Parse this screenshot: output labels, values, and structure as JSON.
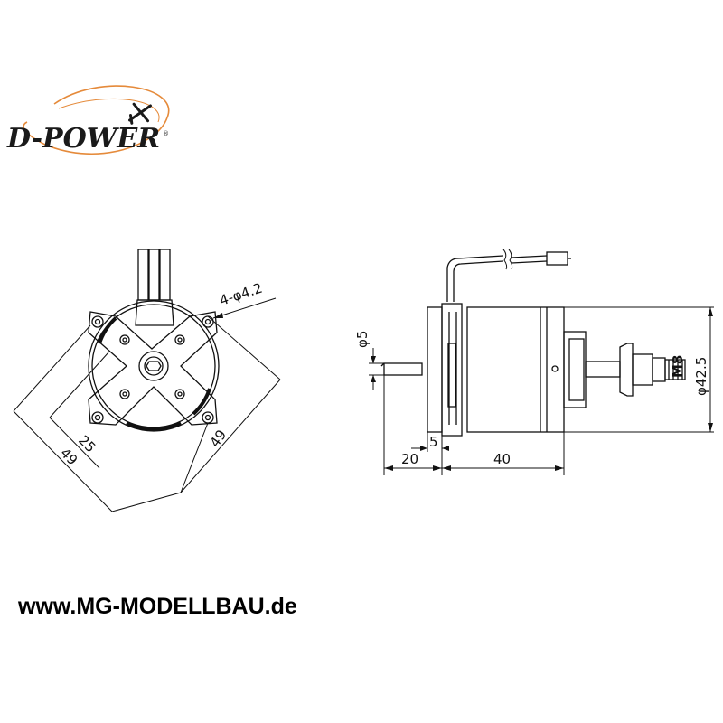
{
  "brand": {
    "logo_text": "D-POWER",
    "trademark": "®"
  },
  "front_view": {
    "hole_spec": "4-φ4.2",
    "dim_inner": "25",
    "dim_outer_left": "49",
    "dim_outer_right": "49"
  },
  "side_view": {
    "shaft_diameter": "φ5",
    "motor_diameter": "φ42.5",
    "thread": "M8",
    "length_shaft": "20",
    "length_flange": "5",
    "length_body": "40"
  },
  "footer": {
    "website": "www.MG-MODELLBAU.de"
  },
  "colors": {
    "line": "#111111",
    "logo_swoosh": "#e58a3a",
    "text": "#000000"
  }
}
